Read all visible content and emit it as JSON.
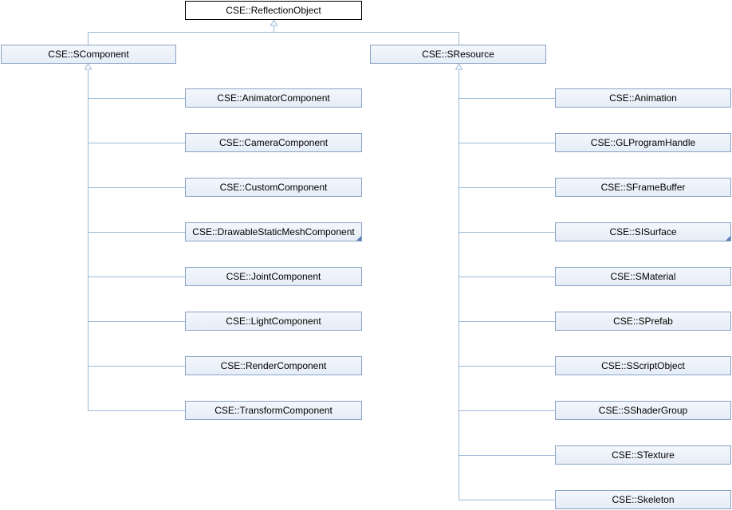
{
  "diagram": {
    "root": "CSE::ReflectionObject",
    "left_parent": "CSE::SComponent",
    "right_parent": "CSE::SResource",
    "left_children": [
      "CSE::AnimatorComponent",
      "CSE::CameraComponent",
      "CSE::CustomComponent",
      "CSE::DrawableStaticMeshComponent",
      "CSE::JointComponent",
      "CSE::LightComponent",
      "CSE::RenderComponent",
      "CSE::TransformComponent"
    ],
    "right_children": [
      "CSE::Animation",
      "CSE::GLProgramHandle",
      "CSE::SFrameBuffer",
      "CSE::SISurface",
      "CSE::SMaterial",
      "CSE::SPrefab",
      "CSE::SScriptObject",
      "CSE::SShaderGroup",
      "CSE::STexture",
      "CSE::Skeleton"
    ],
    "has_subclasses": [
      "CSE::DrawableStaticMeshComponent",
      "CSE::SISurface"
    ]
  },
  "colors": {
    "line": "#9ab9d8",
    "node_border": "#8aa3c4",
    "marker": "#5b7db6"
  }
}
